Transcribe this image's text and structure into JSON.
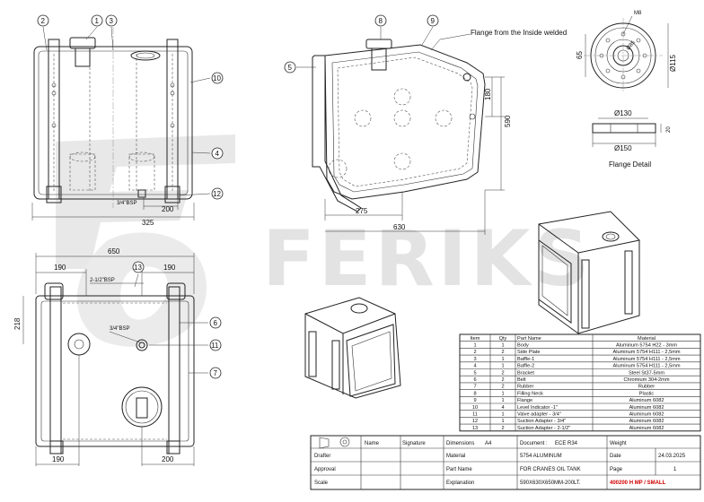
{
  "watermark": "FERIKS",
  "balloons": [
    "1",
    "2",
    "3",
    "4",
    "5",
    "6",
    "7",
    "8",
    "9",
    "10",
    "11",
    "12",
    "13"
  ],
  "dimensions": {
    "front_325": "325",
    "front_200": "200",
    "front_bsp": "3/4\"BSP",
    "side_275": "275",
    "side_630": "630",
    "side_180": "180",
    "side_590": "590",
    "flange_note": "Flange from the Inside welded",
    "top_650": "650",
    "top_190_left": "190",
    "top_190_right": "190",
    "top_218": "218",
    "top_bsp_large": "2-1/2\"BSP",
    "top_bsp_small": "3/4\"BSP",
    "top_190_bottom": "190",
    "top_200_bottom": "200",
    "flange_m8": "M8",
    "flange_65": "65",
    "flange_115": "Ø115",
    "flange_85": "Ø85",
    "flange_130": "Ø130",
    "flange_20": "20",
    "flange_150": "Ø150",
    "flange_title": "Flange Detail"
  },
  "parts_table": {
    "headers": [
      "Item",
      "Qty",
      "Part Name",
      "Material"
    ],
    "rows": [
      [
        "1",
        "1",
        "Body",
        "Aluminum 5754 H22 - 3mm"
      ],
      [
        "2",
        "2",
        "Side Plate",
        "Aluminum 5754 H111 - 2,5mm"
      ],
      [
        "3",
        "1",
        "Baffle-1",
        "Aluminum 5754 H111 - 2,5mm"
      ],
      [
        "4",
        "1",
        "Baffle-2",
        "Aluminum 5754 H111 - 2,5mm"
      ],
      [
        "5",
        "2",
        "Bracket",
        "Steel St37-5mm"
      ],
      [
        "6",
        "2",
        "Belt",
        "Chromium 304-2mm"
      ],
      [
        "7",
        "2",
        "Rubber",
        "Rubber"
      ],
      [
        "8",
        "1",
        "Filling Neck",
        "Plastic"
      ],
      [
        "9",
        "1",
        "Flange",
        "Aluminum 6082"
      ],
      [
        "10",
        "4",
        "Level Indicator -1\"",
        "Aluminum 6082"
      ],
      [
        "11",
        "1",
        "Valve adapter - 3/4\"",
        "Aluminum 6082"
      ],
      [
        "12",
        "1",
        "Suction Adapter - 3/4\"",
        "Aluminum 6082"
      ],
      [
        "13",
        "2",
        "Suction Adapter - 2-1/2\"",
        "Aluminum 6082"
      ]
    ]
  },
  "title_block": {
    "name_header": "Name",
    "signature_header": "Signature",
    "dimensions_label": "Dimensions",
    "dimensions_value": "A4",
    "document_label": "Document :",
    "document_value": "ECE R34",
    "weight_label": "Weight",
    "drafter_label": "Drafter",
    "material_label": "Material",
    "material_value": "5754 ALUMINUM",
    "date_label": "Date",
    "date_value": "24.03.2025",
    "approval_label": "Approval",
    "part_name_label": "Part Name",
    "part_name_value": "FOR CRANES OIL TANK",
    "page_label": "Page",
    "page_value": "1",
    "scale_label": "Scale",
    "explanation_label": "Explanation",
    "explanation_value": "590X630X650MM-200LT.",
    "part_code": "400200 H MP / SMALL"
  }
}
